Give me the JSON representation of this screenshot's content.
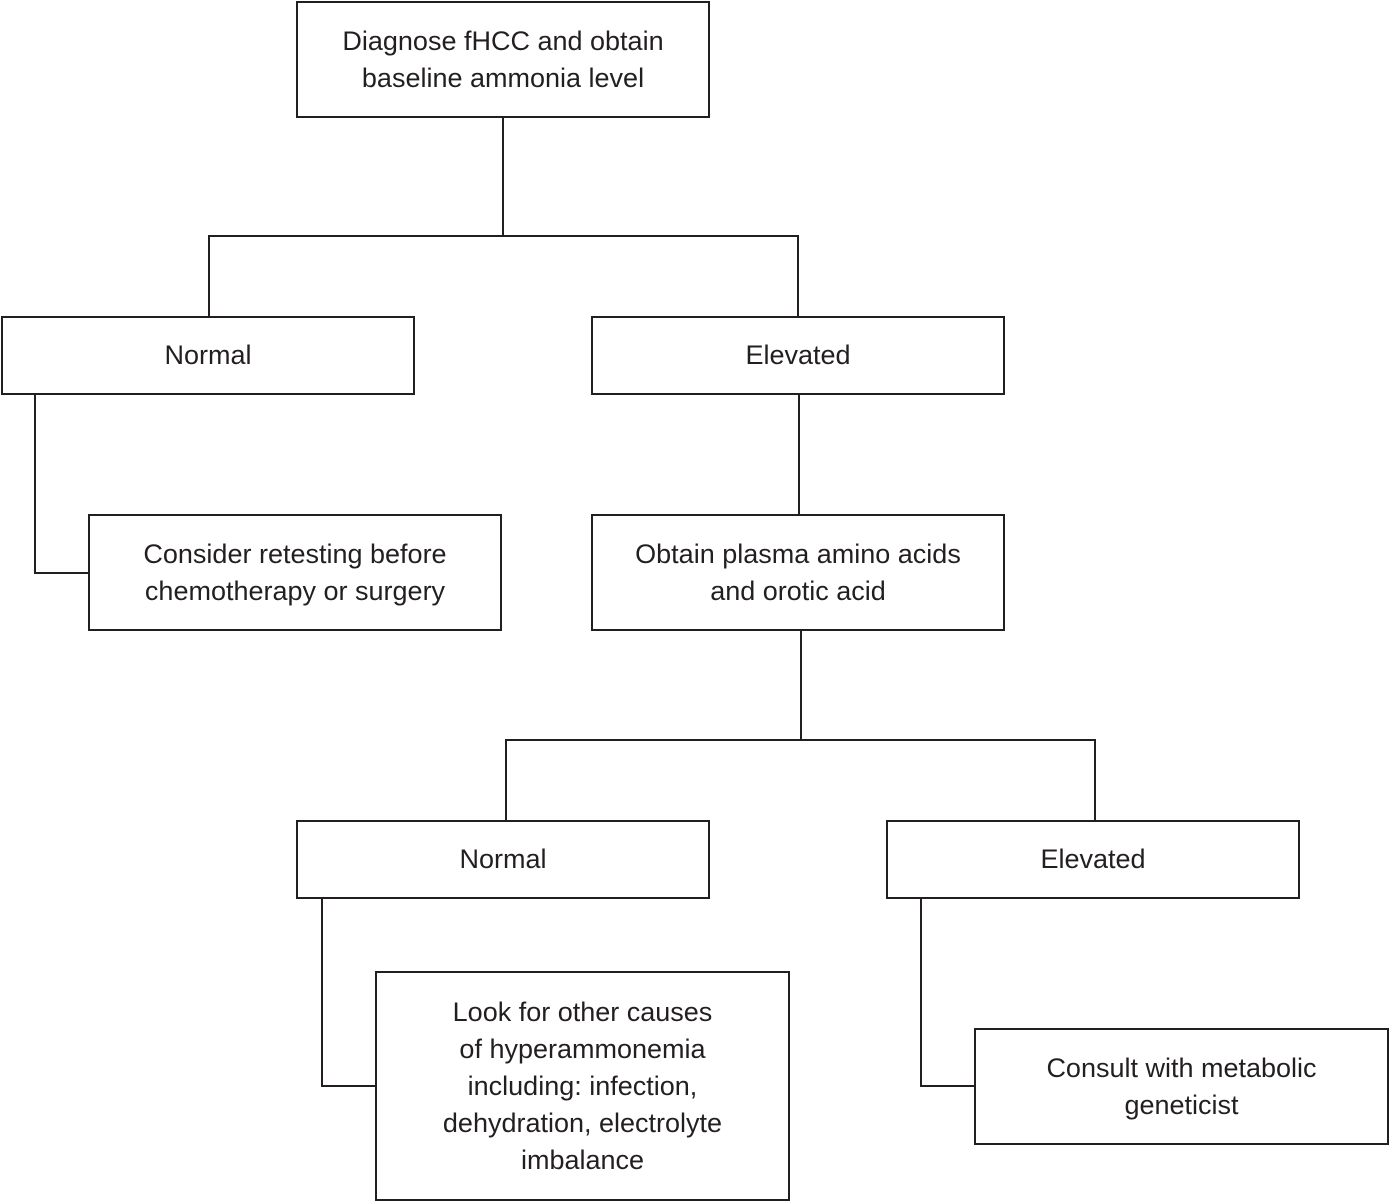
{
  "nodes": {
    "root": "Diagnose fHCC and obtain\nbaseline ammonia level",
    "normal_ammonia": "Normal",
    "elevated_ammonia": "Elevated",
    "retest": "Consider retesting before\nchemotherapy or surgery",
    "plasma": "Obtain plasma amino acids\nand orotic acid",
    "normal_plasma": "Normal",
    "elevated_plasma": "Elevated",
    "other_causes": "Look for other causes\nof hyperammonemia\nincluding: infection,\ndehydration, electrolyte\nimbalance",
    "consult": "Consult with metabolic\ngeneticist"
  },
  "colors": {
    "line": "#231f20",
    "text": "#231f20",
    "background": "#ffffff"
  }
}
